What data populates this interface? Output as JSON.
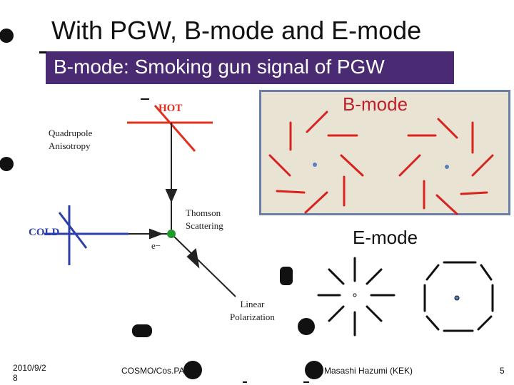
{
  "slide": {
    "title": "With PGW, B-mode and E-mode",
    "subtitle_banner": "B-mode: Smoking gun signal of PGW"
  },
  "diagram": {
    "hot_label": "HOT",
    "cold_label": "COLD",
    "quadrupole_label": "Quadrupole\nAnisotropy",
    "thomson_label": "Thomson\nScattering",
    "electron_label": "e−",
    "polarization_label": "Linear\nPolarization",
    "colors": {
      "hot": "#e0301e",
      "cold": "#2d3fa8",
      "electron": "#1e9a2a"
    }
  },
  "bmode_panel": {
    "label": "B-mode",
    "line_color": "#d9231e",
    "background": "#e9e3d4"
  },
  "emode_panel": {
    "label": "E-mode"
  },
  "footer": {
    "date": "2010/9/2\n8",
    "event": "COSMO/Cos.PA 2",
    "author": "Masashi Hazumi (KEK)",
    "page": "5"
  }
}
